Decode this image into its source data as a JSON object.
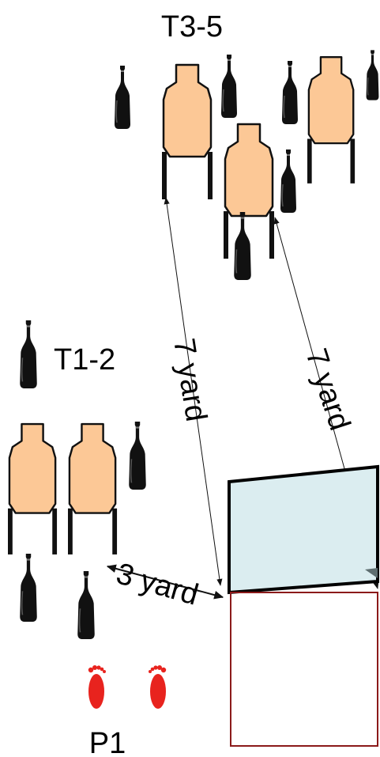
{
  "labels": {
    "targets_far": "T3-5",
    "targets_near": "T1-2",
    "position": "P1"
  },
  "distances": {
    "left_far": "7 yard",
    "right_far": "7 yard",
    "near": "3 yard"
  },
  "colors": {
    "target_fill": "#fcc896",
    "target_stroke": "#111111",
    "bottle": "#111111",
    "barricade_fill": "#dbedf0",
    "box_stroke": "#8b1a1a",
    "footprint": "#e8231e",
    "text": "#000000"
  },
  "icons": {
    "target": "silhouette-target-icon",
    "no_shoot": "bottle-icon",
    "shooting_position": "footprints-icon"
  }
}
